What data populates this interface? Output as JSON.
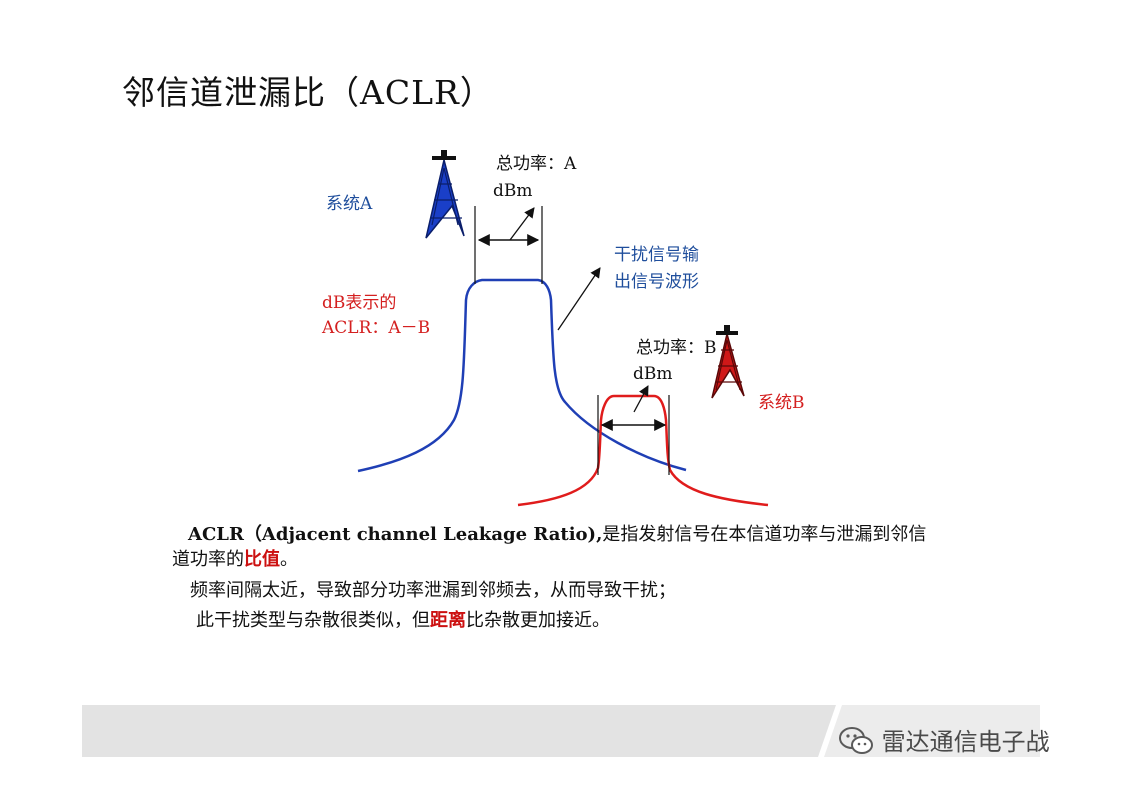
{
  "title": "邻信道泄漏比（ACLR）",
  "labels": {
    "system_a": "系统A",
    "system_b": "系统B",
    "power_a_line1": "总功率：A",
    "power_a_line2": "dBm",
    "power_b_line1": "总功率：B",
    "power_b_line2": "dBm",
    "interference_line1": "干扰信号输",
    "interference_line2": "出信号波形",
    "aclr_db_line1": "dB表示的",
    "aclr_db_line2": "ACLR：A－B"
  },
  "body": {
    "line1_term": "ACLR（Adjacent channel Leakage Ratio),",
    "line1_rest": "是指发射信号在本信道功率与泄漏到邻信",
    "line2_pre": "道功率的",
    "line2_hl": "比值",
    "line2_post": "。",
    "line3": "频率间隔太近，导致部分功率泄漏到邻频去，从而导致干扰；",
    "line4_pre": "此干扰类型与杂散很类似，但",
    "line4_hl": "距离",
    "line4_post": "比杂散更加接近。"
  },
  "footer": {
    "brand": "雷达通信电子战"
  },
  "colors": {
    "blue": "#1f4e9c",
    "red": "#d42020",
    "tower_blue": "#1a3fc8",
    "tower_red": "#d01818"
  },
  "icons": {
    "tower_a": "radio-tower-icon",
    "tower_b": "radio-tower-icon",
    "footer": "wechat-icon"
  }
}
